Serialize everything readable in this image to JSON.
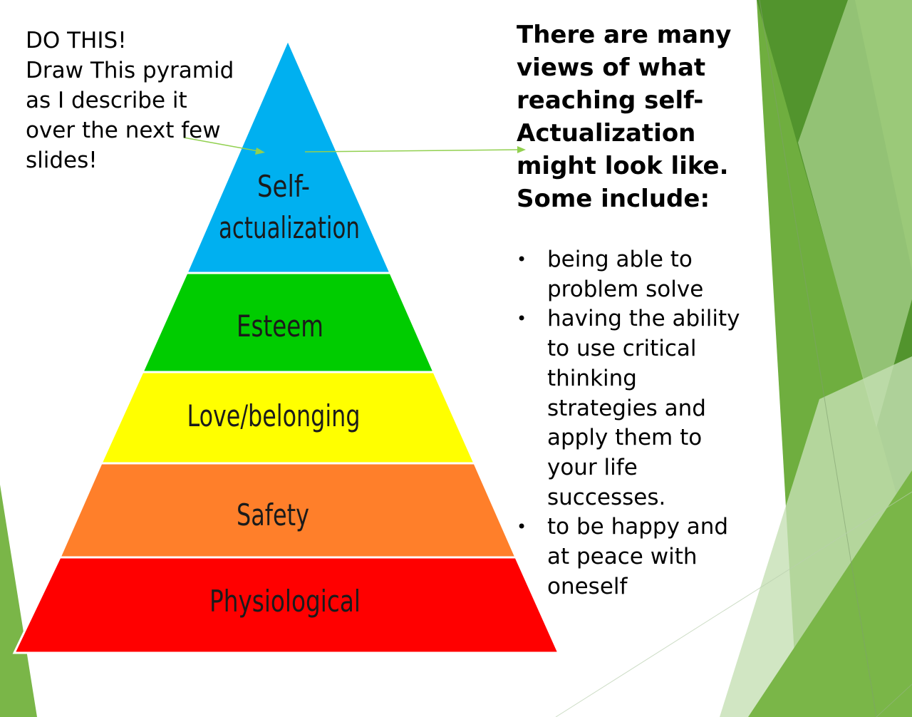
{
  "instruction": {
    "lines": [
      "DO THIS!",
      "Draw This pyramid",
      "as I describe it",
      "over the next few",
      "slides!"
    ]
  },
  "pyramid": {
    "levels": [
      {
        "label_lines": [
          "Self-",
          "actualization"
        ],
        "color": "#00B0F0"
      },
      {
        "label_lines": [
          "Esteem"
        ],
        "color": "#00CC00"
      },
      {
        "label_lines": [
          "Love/belonging"
        ],
        "color": "#FFFF00"
      },
      {
        "label_lines": [
          "Safety"
        ],
        "color": "#FF7F2A"
      },
      {
        "label_lines": [
          "Physiological"
        ],
        "color": "#FF0000"
      }
    ]
  },
  "heading": {
    "lines": [
      "There are many",
      "views of what",
      "reaching self-",
      "Actualization",
      "might look like.",
      "Some include:"
    ]
  },
  "bullets": {
    "symbol": "•",
    "items": [
      {
        "lines": [
          "being able to",
          "problem solve"
        ]
      },
      {
        "lines": [
          "having the ability",
          "to use critical",
          "thinking",
          "strategies and",
          "apply them to",
          "your life",
          "successes."
        ]
      },
      {
        "lines": [
          "to be happy and",
          "at peace with",
          "oneself"
        ]
      }
    ]
  },
  "colors": {
    "arrow": "#92D050",
    "decor_green_dark": "#4E8F2A",
    "decor_green": "#6FAE3F",
    "decor_green_light": "#A9D18E"
  }
}
